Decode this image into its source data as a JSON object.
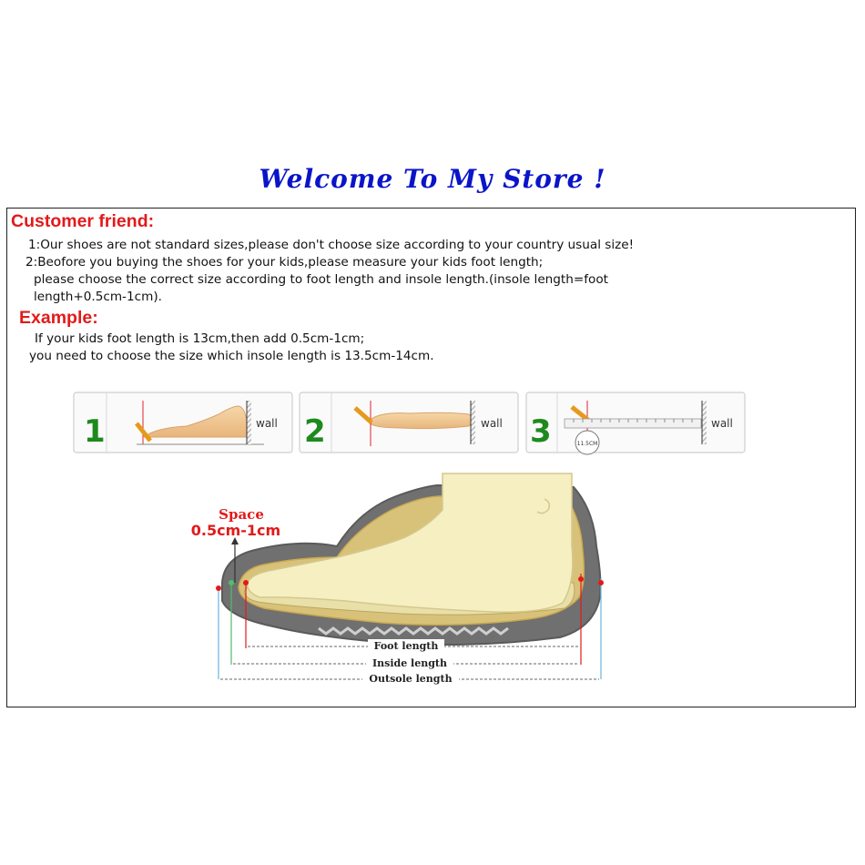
{
  "header": {
    "title": "Welcome To My Store !",
    "title_color": "#0a14c8"
  },
  "notice": {
    "heading": "Customer friend:",
    "heading_color": "#e21a1a",
    "lines": [
      "1:Our shoes are not standard sizes,please don't choose size according to your country usual size!",
      "2:Beofore you buying the shoes for your kids,please measure your kids foot length;",
      "please choose the correct size according to foot length and insole length.(insole length=foot",
      "length+0.5cm-1cm)."
    ]
  },
  "example": {
    "heading": "Example:",
    "lines": [
      "If your kids foot length is 13cm,then add 0.5cm-1cm;",
      "you need to choose the size which insole length is 13.5cm-14cm."
    ]
  },
  "steps": [
    {
      "number": "1",
      "wall_label": "wall"
    },
    {
      "number": "2",
      "wall_label": "wall"
    },
    {
      "number": "3",
      "wall_label": "wall",
      "ruler_label": "11.5CM"
    }
  ],
  "step_number_color": "#1e8a1e",
  "diagram": {
    "space_label": "Space",
    "space_value": "0.5cm-1cm",
    "space_color": "#e21a1a",
    "foot_length_label": "Foot length",
    "inside_length_label": "Inside length",
    "outsole_length_label": "Outsole length"
  }
}
